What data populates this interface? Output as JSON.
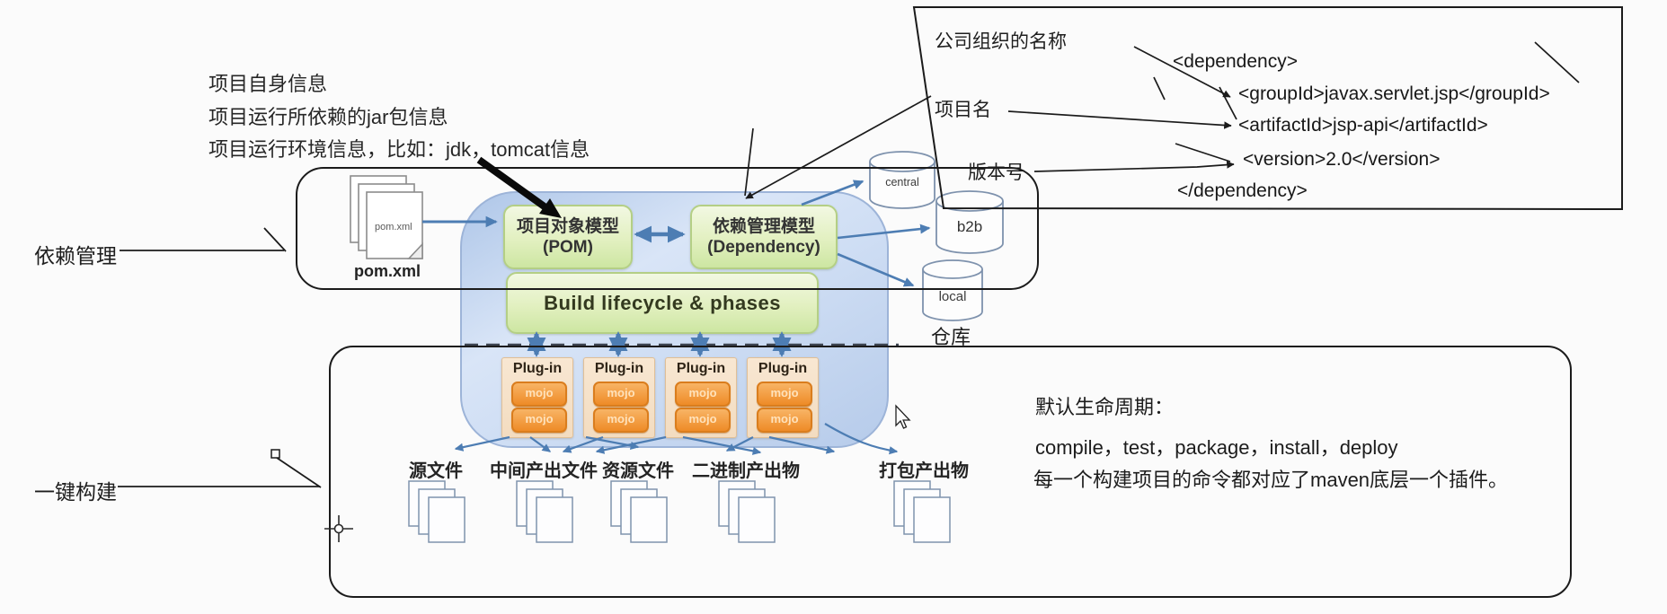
{
  "pom_annotation": {
    "lines": [
      "项目自身信息",
      "项目运行所依赖的jar包信息",
      "项目运行环境信息，比如：jdk，tomcat信息"
    ]
  },
  "left_labels": {
    "dependency_management": "依赖管理",
    "one_click_build": "一键构建"
  },
  "xml_box": {
    "field_labels": {
      "group_id": "公司组织的名称",
      "artifact_id": "项目名",
      "version": "版本号"
    },
    "code_lines": [
      "<dependency>",
      "<groupId>javax.servlet.jsp</groupId>",
      "<artifactId>jsp-api</artifactId>",
      "<version>2.0</version>",
      "</dependency>"
    ]
  },
  "diagram": {
    "pom_file_label": "pom.xml",
    "pom_box": {
      "title": "项目对象模型",
      "subtitle": "(POM)"
    },
    "dependency_box": {
      "title": "依赖管理模型",
      "subtitle": "(Dependency)"
    },
    "lifecycle_box_label": "Build lifecycle & phases",
    "plugin_label": "Plug-in",
    "mojo_label": "mojo",
    "repositories": {
      "central": "central",
      "b2b": "b2b",
      "local": "local",
      "group_label": "仓库"
    },
    "outputs": [
      "源文件",
      "中间产出文件",
      "资源文件",
      "二进制产出物",
      "打包产出物"
    ]
  },
  "notes": {
    "title": "默认生命周期：",
    "lifecycle_phases": "compile，test，package，install，deploy",
    "description": "每一个构建项目的命令都对应了maven底层一个插件。"
  },
  "colors": {
    "annotation_ink": "#1b1b1b",
    "diagram_arrow_blue": "#4d7db3",
    "container_blue": "#c9daf1",
    "box_green": "#d9ecb4",
    "plugin_tan": "#f6e0c8",
    "mojo_orange": "#f19137"
  }
}
